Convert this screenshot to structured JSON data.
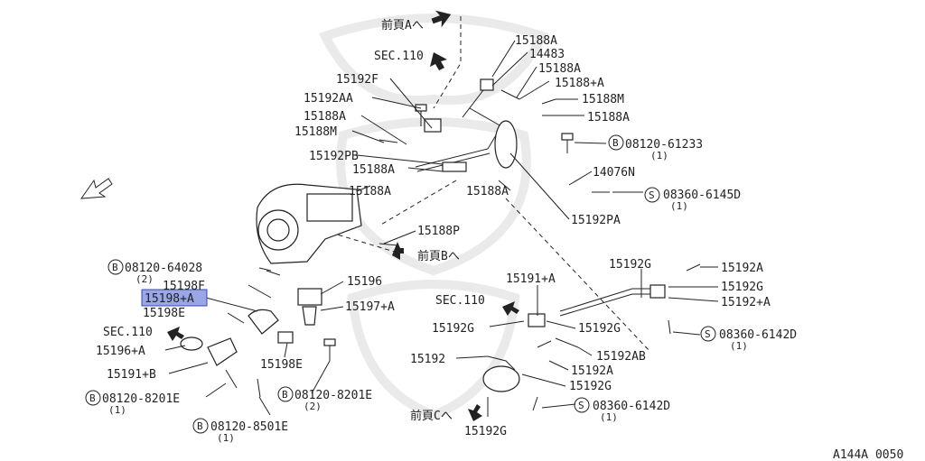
{
  "diagram": {
    "code": "A144A 0050",
    "front": "FRONT",
    "labels": {
      "ref_a": "前頁Aへ",
      "ref_b": "前頁Bへ",
      "ref_c": "前頁Cへ",
      "sec_110_top": "SEC.110",
      "sec_110_mid": "SEC.110",
      "sec_110_left": "SEC.110",
      "p15188A_1": "15188A",
      "p14483": "14483",
      "p15188A_2": "15188A",
      "p15188pA_1": "15188+A",
      "p15188M_1": "15188M",
      "p15188A_3": "15188A",
      "p15192F": "15192F",
      "p15192AA": "15192AA",
      "p15188A_4": "15188A",
      "p15188M_2": "15188M",
      "p15192PB": "15192PB",
      "p15188A_5": "15188A",
      "p08120_61233": "08120-61233",
      "q1_a": "(1)",
      "p14076N": "14076N",
      "p15188A_6": "15188A",
      "p15188A_7": "15188A",
      "p08360_6145D": "08360-6145D",
      "q1_b": "(1)",
      "p15192PA": "15192PA",
      "p15188P": "15188P",
      "p08120_64028": "08120-64028",
      "q2_a": "(2)",
      "p15198F": "15198F",
      "p15198pA": "15198+A",
      "p15198E_1": "15198E",
      "p15196": "15196",
      "p15197pA": "15197+A",
      "p15196pA": "15196+A",
      "p15191pB": "15191+B",
      "p15198E_2": "15198E",
      "p08120_8201E_1": "08120-8201E",
      "q1_c": "(1)",
      "p08120_8501E": "08120-8501E",
      "q1_d": "(1)",
      "p08120_8201E_2": "08120-8201E",
      "q2_b": "(2)",
      "p15192G_1": "15192G",
      "p15192A_1": "15192A",
      "p15191pA": "15191+A",
      "p15192G_2": "15192G",
      "p15192pA": "15192+A",
      "p15192G_3": "15192G",
      "p15192G_4": "15192G",
      "p08360_6142D_1": "08360-6142D",
      "q1_e": "(1)",
      "p15192": "15192",
      "p15192AB": "15192AB",
      "p15192A_2": "15192A",
      "p15192G_5": "15192G",
      "p08360_6142D_2": "08360-6142D",
      "q1_f": "(1)",
      "p15192G_6": "15192G",
      "badge_B": "B",
      "badge_S": "S"
    },
    "colors": {
      "highlight": "#9aa6e6",
      "highlight_border": "#3b4bb0",
      "ink": "#222222"
    }
  }
}
